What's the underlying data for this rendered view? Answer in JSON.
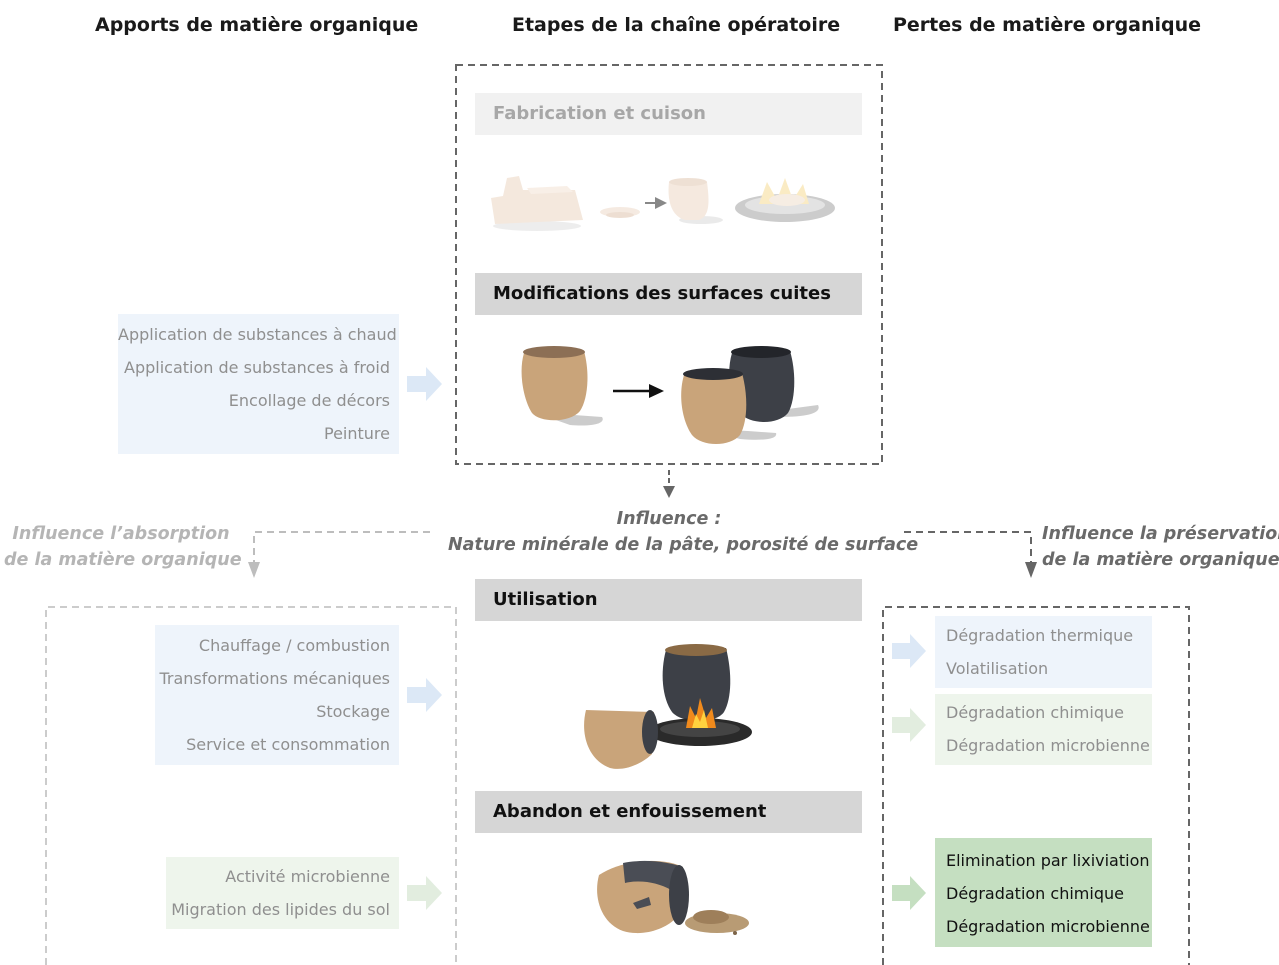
{
  "headers": {
    "left": "Apports de matière organique",
    "center": "Etapes de la chaîne opératoire",
    "right": "Pertes de matière organique"
  },
  "stages": [
    {
      "label": "Fabrication et cuison",
      "active": false
    },
    {
      "label": "Modifications des surfaces cuites",
      "active": true
    },
    {
      "label": "Utilisation",
      "active": true
    },
    {
      "label": "Abandon et enfouissement",
      "active": true
    }
  ],
  "inputs": {
    "surface": [
      "Application de substances à chaud",
      "Application de substances à froid",
      "Encollage de décors",
      "Peinture"
    ],
    "usage": [
      "Chauffage / combustion",
      "Transformations  mécaniques",
      "Stockage",
      "Service et consommation"
    ],
    "burial": [
      "Activité microbienne",
      "Migration des lipides du sol"
    ]
  },
  "losses": {
    "thermal": [
      "Dégradation thermique",
      "Volatilisation"
    ],
    "usage_other": [
      "Dégradation chimique",
      "Dégradation microbienne"
    ],
    "burial": [
      "Elimination par lixiviation",
      "Dégradation chimique",
      "Dégradation microbienne"
    ]
  },
  "influence": {
    "center_line1": "Influence :",
    "center_line2": "Nature minérale de la pâte, porosité de surface",
    "left_line1": "Influence l’absorption",
    "left_line2": "de la matière organique",
    "right_line1": "Influence la préservation",
    "right_line2": "de la matière organique"
  },
  "colors": {
    "input_box": "#eef4fb",
    "loss_box_blue": "#eef4fb",
    "loss_box_green_light": "#eef5ec",
    "loss_box_green_active": "#c5dfc1",
    "stage_active": "#d6d6d6",
    "stage_inactive": "#f1f1f1",
    "ceramic_tan": "#c9a47a",
    "ceramic_dark": "#3d4047",
    "dashed_border": "#666666"
  }
}
